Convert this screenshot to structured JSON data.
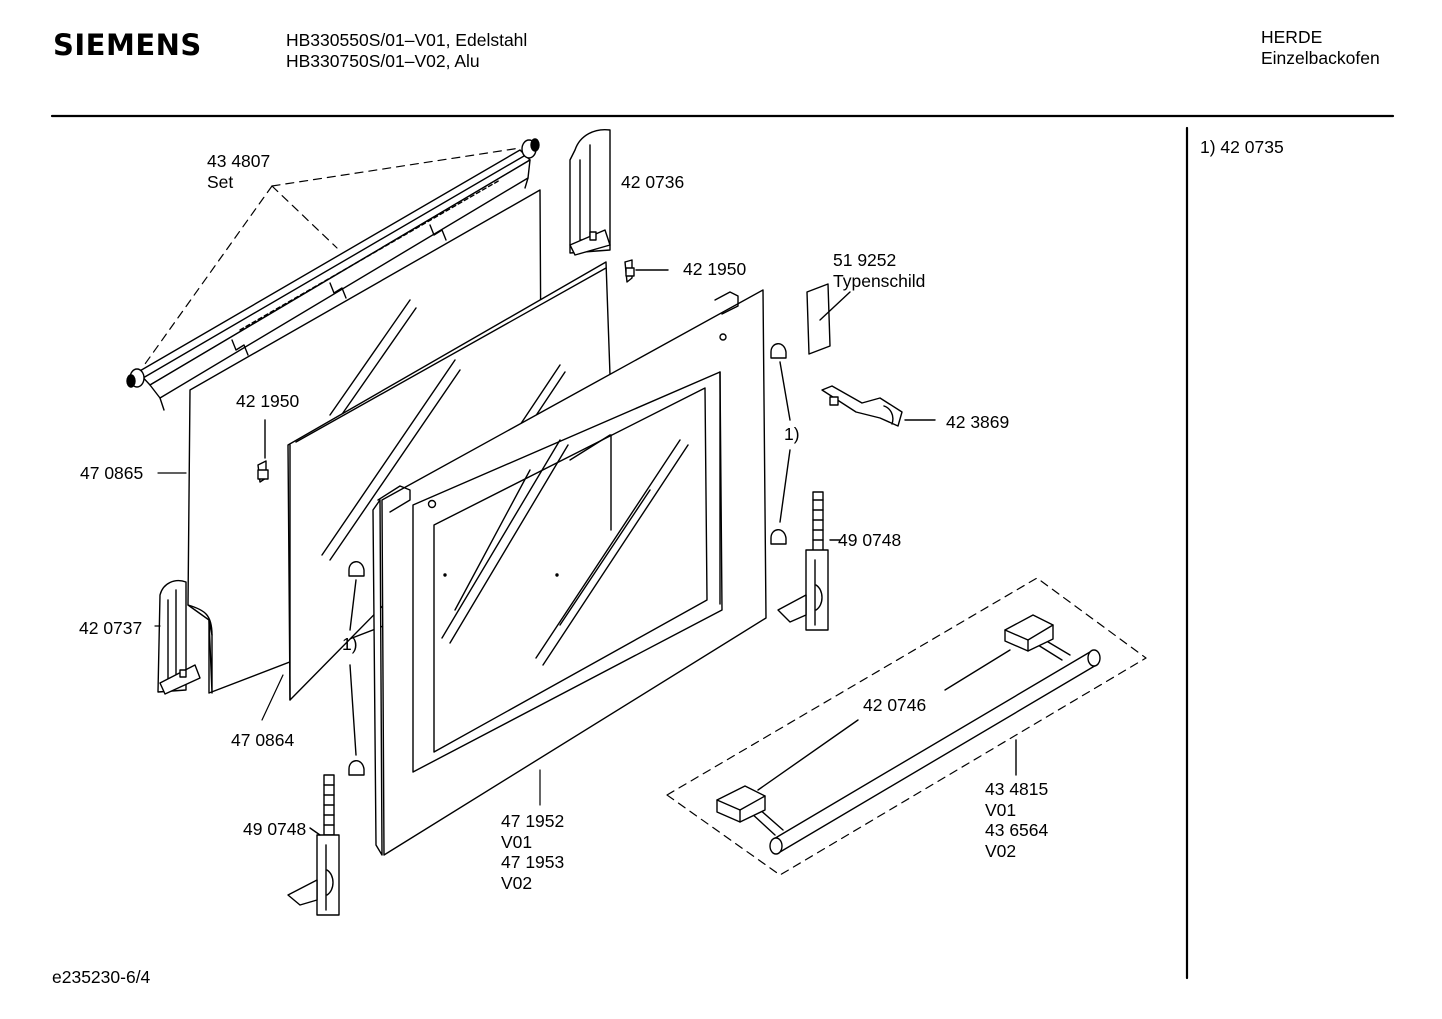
{
  "header": {
    "brand": "SIEMENS",
    "models": [
      "HB330550S/01–V01, Edelstahl",
      "HB330750S/01–V02, Alu"
    ],
    "category": [
      "HERDE",
      "Einzelbackofen"
    ]
  },
  "side_note": "1) 42 0735",
  "footer": {
    "doc_id": "e235230-6/4"
  },
  "parts": [
    {
      "id": "434807",
      "lines": [
        "43 4807",
        "Set"
      ]
    },
    {
      "id": "420736",
      "lines": [
        "42 0736"
      ]
    },
    {
      "id": "421950-top",
      "lines": [
        "42 1950"
      ]
    },
    {
      "id": "519252",
      "lines": [
        "51 9252",
        "Typenschild"
      ]
    },
    {
      "id": "421950-mid",
      "lines": [
        "42 1950"
      ]
    },
    {
      "id": "423869",
      "lines": [
        "42 3869"
      ]
    },
    {
      "id": "470865",
      "lines": [
        "47 0865"
      ]
    },
    {
      "id": "ref1-right",
      "lines": [
        "1)"
      ]
    },
    {
      "id": "490748-right",
      "lines": [
        "49 0748"
      ]
    },
    {
      "id": "420737",
      "lines": [
        "42 0737"
      ]
    },
    {
      "id": "ref1-left",
      "lines": [
        "1)"
      ]
    },
    {
      "id": "420746",
      "lines": [
        "42 0746"
      ]
    },
    {
      "id": "470864",
      "lines": [
        "47 0864"
      ]
    },
    {
      "id": "434815",
      "lines": [
        "43 4815",
        "V01",
        "43 6564",
        "V02"
      ]
    },
    {
      "id": "490748-left",
      "lines": [
        "49 0748"
      ]
    },
    {
      "id": "471952",
      "lines": [
        "47 1952",
        "V01",
        "47 1953",
        "V02"
      ]
    }
  ]
}
